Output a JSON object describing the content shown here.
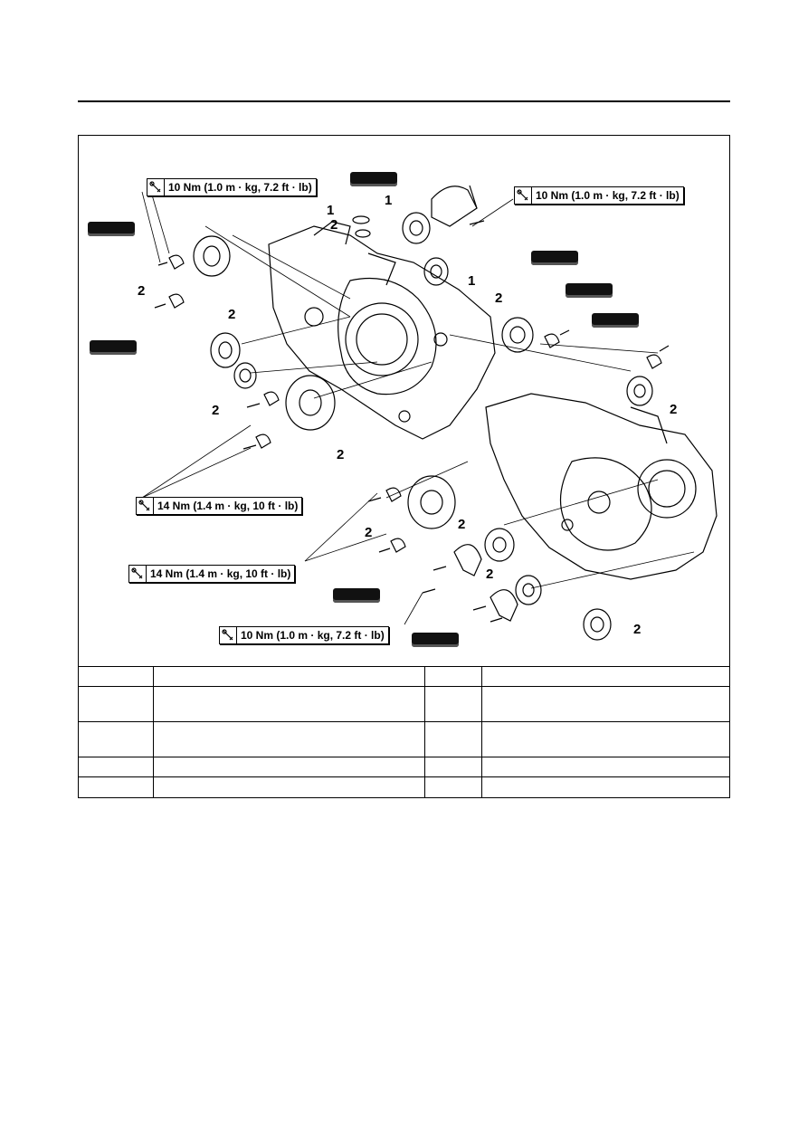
{
  "torque_labels": [
    {
      "text": "10 Nm (1.0 m · kg, 7.2 ft · lb)"
    },
    {
      "text": "10 Nm (1.0 m · kg, 7.2 ft · lb)"
    },
    {
      "text": "14 Nm (1.4 m · kg, 10 ft · lb)"
    },
    {
      "text": "14 Nm (1.4 m · kg, 10 ft · lb)"
    },
    {
      "text": "10 Nm (1.0 m · kg, 7.2 ft · lb)"
    }
  ],
  "callouts": [
    "1",
    "2",
    "1",
    "1",
    "2",
    "2",
    "2",
    "2",
    "2",
    "2",
    "2",
    "2",
    "2",
    "2"
  ],
  "icons": {
    "torque": "torque-wrench-icon",
    "lubricant": "lubricant-icon"
  },
  "parts_table": {
    "rows": [
      [
        "",
        "",
        "",
        ""
      ],
      [
        "",
        "",
        "",
        ""
      ],
      [
        "",
        "",
        "",
        ""
      ],
      [
        "",
        "",
        "",
        ""
      ],
      [
        "",
        "",
        "",
        ""
      ]
    ]
  }
}
